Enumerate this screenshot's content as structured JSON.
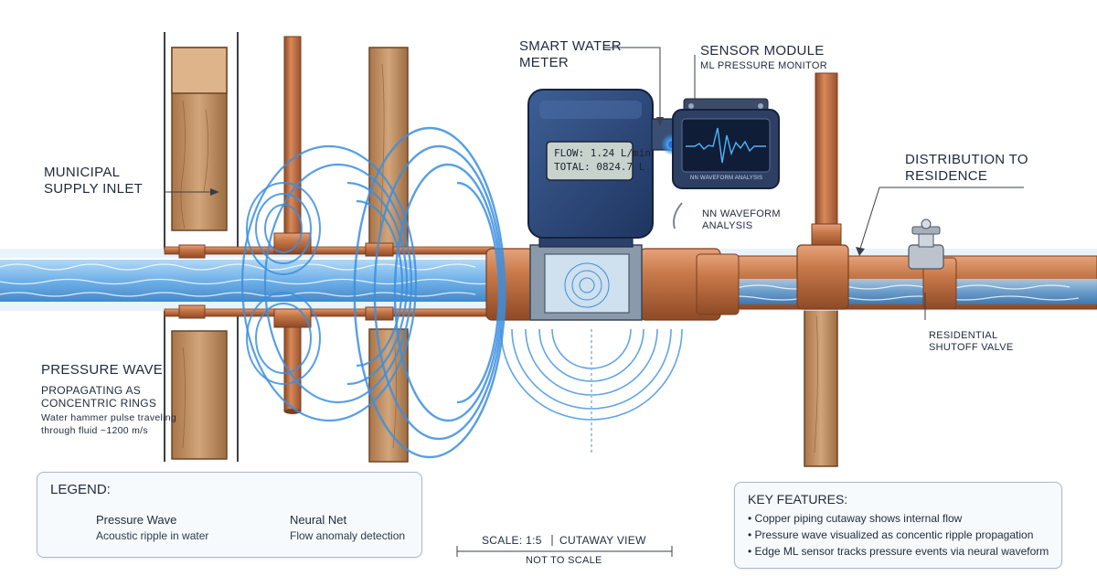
{
  "labels": {
    "smart_meter": [
      "SMART WATER",
      "METER"
    ],
    "sensor_module": "SENSOR MODULE",
    "sensor_subtitle": "ML PRESSURE MONITOR",
    "municipal": [
      "MUNICIPAL",
      "SUPPLY INLET"
    ],
    "distribution": [
      "DISTRIBUTION TO",
      "RESIDENCE"
    ],
    "nn_callout": [
      "NN WAVEFORM",
      "ANALYSIS"
    ],
    "shutoff": [
      "RESIDENTIAL",
      "SHUTOFF VALVE"
    ],
    "pressure_wave_title": "PRESSURE WAVE",
    "pressure_wave_sub": [
      "PROPAGATING AS",
      "CONCENTRIC RINGS"
    ],
    "pressure_wave_note": [
      "Water hammer pulse traveling",
      "through fluid ~1200 m/s"
    ]
  },
  "meter_display": {
    "flow": "FLOW: 1.24 L/min",
    "total": "TOTAL: 0824.7 L"
  },
  "sensor_display": {
    "caption": "NN WAVEFORM ANALYSIS"
  },
  "legend": {
    "title": "LEGEND:",
    "items": [
      {
        "title": "Pressure Wave",
        "subtitle": "Acoustic ripple in water",
        "icon": "ripple-icon"
      },
      {
        "title": "Neural Net",
        "subtitle": "Flow anomaly detection",
        "icon": "neural-net-icon"
      }
    ]
  },
  "scale": {
    "scale_text": "SCALE: 1:5",
    "view_text": "CUTAWAY VIEW",
    "note": "NOT TO SCALE"
  },
  "key_features": {
    "title": "KEY FEATURES:",
    "items": [
      "Copper piping cutaway shows internal flow",
      "Pressure wave visualized as concentic ripple propagation",
      "Edge ML sensor tracks pressure events via neural waveform"
    ]
  },
  "colors": {
    "copper": "#c8794a",
    "copper_dark": "#8e4a26",
    "wood": "#c89a6c",
    "water": "#6fb3e8",
    "ripple": "#3b8fe0",
    "meter_body": "#2f4a7a",
    "accent": "#2a6fd0"
  }
}
